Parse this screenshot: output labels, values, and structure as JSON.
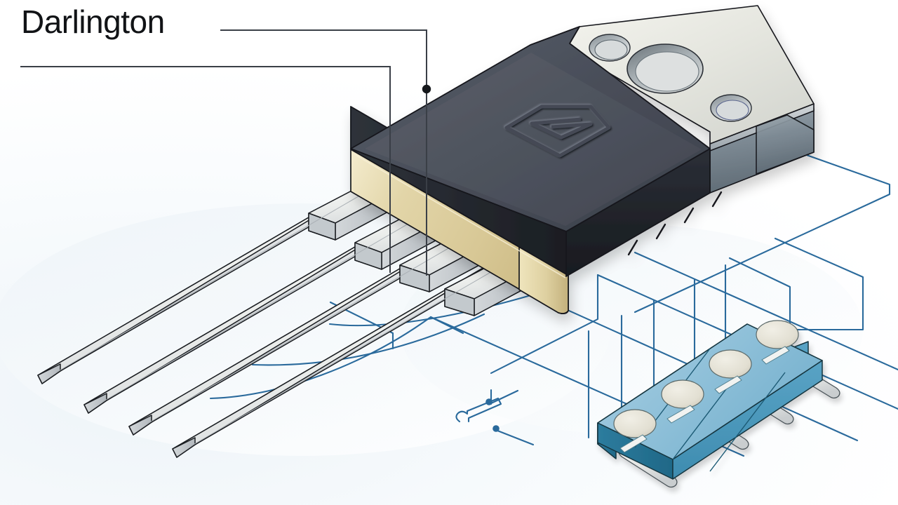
{
  "figure": {
    "kind": "technical-isometric-illustration",
    "subject": "Darlington power transistor package with four leads and a blue four-way connector strip",
    "background_color": "#ffffff",
    "callout_label": "Darlington"
  },
  "labels": {
    "darlington": "Darlington"
  },
  "colors": {
    "case_top_dark": "#4a4e5a",
    "case_top_dark_shadow": "#383c46",
    "case_front_dark": "#23262d",
    "case_band_tan": "#ded0a2",
    "case_band_tan_light": "#efe6c2",
    "case_band_tan_dark": "#c9b988",
    "tab_metal_light": "#e9eae4",
    "tab_metal_mid": "#cfd3d6",
    "tab_metal_dark": "#7f8a93",
    "lead_metal_light": "#f2f3f1",
    "lead_metal_mid": "#dfe2e4",
    "lead_metal_dark": "#b9bfc4",
    "connector_blue_top": "#93c3dc",
    "connector_blue_face": "#4e9cc0",
    "connector_blue_dark": "#2b7b9b",
    "connector_pad": "#e6e3d8",
    "trace_blue": "#2a6a9c",
    "leader_dark": "#3a3f47",
    "outline": "#14171b"
  },
  "components": [
    {
      "name": "transistor-package",
      "parts": [
        "dark-molded-body",
        "tan-lower-band",
        "metal-mounting-tab",
        "embossed-logo"
      ],
      "logo": "diamond-outline-with-E-mark"
    },
    {
      "name": "mounting-tab",
      "holes": [
        {
          "id": "hole-small-upper-left",
          "size": "small"
        },
        {
          "id": "hole-large-center",
          "size": "large"
        },
        {
          "id": "hole-small-lower-right",
          "size": "small"
        }
      ]
    },
    {
      "name": "lead-frame",
      "lead_count": 4,
      "lead_ids": [
        "lead-1",
        "lead-2",
        "lead-3",
        "lead-4"
      ],
      "shape": "stepped-cranked-flat-blade"
    },
    {
      "name": "connector-strip",
      "position_count": 4,
      "positions": [
        {
          "id": "connector-position-1",
          "pad": "circular-contact-pad",
          "pin": "round-lead-pin"
        },
        {
          "id": "connector-position-2",
          "pad": "circular-contact-pad",
          "pin": "round-lead-pin"
        },
        {
          "id": "connector-position-3",
          "pad": "circular-contact-pad",
          "pin": "round-lead-pin"
        },
        {
          "id": "connector-position-4",
          "pad": "circular-contact-pad",
          "pin": "round-lead-pin"
        }
      ]
    },
    {
      "name": "wire-detail",
      "description": "small hooked wire with two terminal dots",
      "terminal_dots": 2
    }
  ],
  "callouts": [
    {
      "id": "leader-upper",
      "from": "Darlington",
      "to": "package-top-surface",
      "marker": "dot"
    },
    {
      "id": "leader-lower",
      "from": "Darlington",
      "to": "package-lower-band",
      "marker": "none"
    }
  ],
  "trace_network": {
    "color": "#2a6a9c",
    "tick_marks_on_package_edge": 4,
    "routes_from": "transistor-right-edge",
    "routes_to": "connector-strip-positions"
  }
}
